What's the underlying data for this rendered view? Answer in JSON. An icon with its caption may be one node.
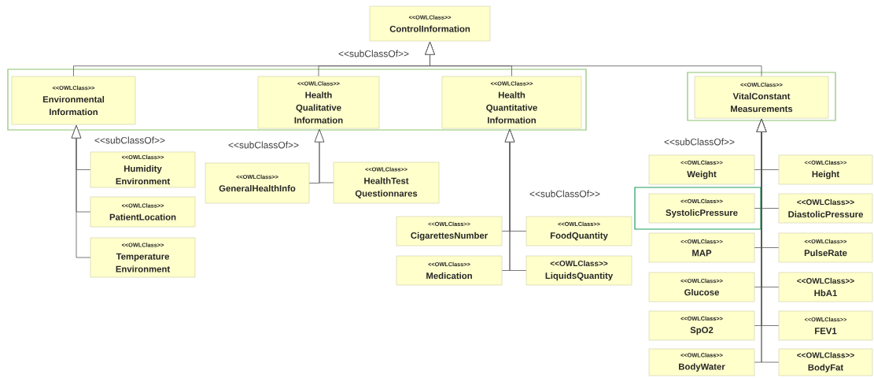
{
  "diagram": {
    "nodes": [
      {
        "text": [
          "<<OWLClass>>",
          "ControlInformation"
        ]
      },
      {
        "text": [],
        "shape": "box"
      },
      {
        "text": [
          "<<OWLClass>>",
          "Environmental Information"
        ],
        "in": 1
      },
      {
        "text": [
          "<<OWLClass>>",
          "Health Qualitative Information"
        ],
        "in": 1
      },
      {
        "text": [
          "<<OWLClass>>",
          "Health Quantitative Information"
        ],
        "in": 1
      },
      {
        "text": [],
        "shape": "box"
      },
      {
        "text": [
          "<<OWLClass>>",
          "VitalConstant Measurements"
        ],
        "in": 5
      },
      {
        "text": [
          "<<OWLClass>>",
          "Humidity Environment"
        ]
      },
      {
        "text": [
          "<<OWLClass>>",
          "PatientLocation"
        ]
      },
      {
        "text": [
          "<<OWLClass>>",
          "Temperature Environment"
        ]
      },
      {
        "text": [
          "<<OWLClass>>",
          "GeneralHealthInfo"
        ]
      },
      {
        "text": [
          "<<OWLClass>>",
          "HealthTest Questionnares"
        ]
      },
      {
        "text": [
          "<<OWLClass>>",
          "CigarettesNumber"
        ]
      },
      {
        "text": [
          "<<OWLClass>>",
          "FoodQuantity"
        ]
      },
      {
        "text": [
          "<<OWLClass>>",
          "Medication"
        ]
      },
      {
        "text": [
          "<<OWLClass>>",
          "LiquidsQuantity"
        ]
      },
      {
        "text": [
          "<<OWLClass>>",
          "Weight"
        ]
      },
      {
        "text": [
          "<<OWLClass>>",
          "Height"
        ]
      },
      {
        "text": [],
        "shape": "box"
      },
      {
        "text": [
          "<<OWLClass>>",
          "SystolicPressure"
        ],
        "in": 18
      },
      {
        "text": [
          "<<OWLClass>>",
          "DiastolicPressure"
        ]
      },
      {
        "text": [
          "<<OWLClass>>",
          "MAP"
        ]
      },
      {
        "text": [
          "<<OWLClass>>",
          "PulseRate"
        ]
      },
      {
        "text": [
          "<<OWLClass>>",
          "Glucose"
        ]
      },
      {
        "text": [
          "<<OWLClass>>",
          "HbA1"
        ]
      },
      {
        "text": [
          "<<OWLClass>>",
          "SpO2"
        ]
      },
      {
        "text": [
          "<<OWLClass>>",
          "FEV1"
        ]
      },
      {
        "text": [
          "<<OWLClass>>",
          "BodyWater"
        ]
      },
      {
        "text": [
          "<<OWLClass>>",
          "BodyFat"
        ]
      }
    ],
    "edges": [
      {
        "from": 2,
        "to": 0,
        "arrow": "to"
      },
      {
        "from": 3,
        "to": 0,
        "arrow": "to"
      },
      {
        "from": 4,
        "to": 0,
        "arrow": "to"
      },
      {
        "from": 6,
        "to": 0,
        "arrow": "to"
      },
      {
        "from": 7,
        "to": 2,
        "arrow": "to"
      },
      {
        "from": 8,
        "to": 2,
        "arrow": "to"
      },
      {
        "from": 9,
        "to": 2,
        "arrow": "to"
      },
      {
        "from": 10,
        "to": 3,
        "arrow": "to"
      },
      {
        "from": 11,
        "to": 3,
        "arrow": "to"
      },
      {
        "from": 12,
        "to": 4,
        "arrow": "to"
      },
      {
        "from": 13,
        "to": 4,
        "arrow": "to"
      },
      {
        "from": 14,
        "to": 4,
        "arrow": "to"
      },
      {
        "from": 15,
        "to": 4,
        "arrow": "to"
      },
      {
        "from": 16,
        "to": 6,
        "arrow": "to"
      },
      {
        "from": 17,
        "to": 6,
        "arrow": "to"
      },
      {
        "from": 19,
        "to": 6,
        "arrow": "to"
      },
      {
        "from": 20,
        "to": 6,
        "arrow": "to"
      },
      {
        "from": 21,
        "to": 6,
        "arrow": "to"
      },
      {
        "from": 22,
        "to": 6,
        "arrow": "to"
      },
      {
        "from": 23,
        "to": 6,
        "arrow": "to"
      },
      {
        "from": 24,
        "to": 6,
        "arrow": "to"
      },
      {
        "from": 25,
        "to": 6,
        "arrow": "to"
      },
      {
        "from": 26,
        "to": 6,
        "arrow": "to"
      },
      {
        "from": 27,
        "to": 6,
        "arrow": "to"
      },
      {
        "from": 28,
        "to": 6,
        "arrow": "to"
      }
    ],
    "labels": [
      "<<subClassOf>>",
      "<<subClassOf>>",
      "<<subClassOf>>",
      "<<subClassOf>>",
      "<<subClassOf>>"
    ]
  }
}
